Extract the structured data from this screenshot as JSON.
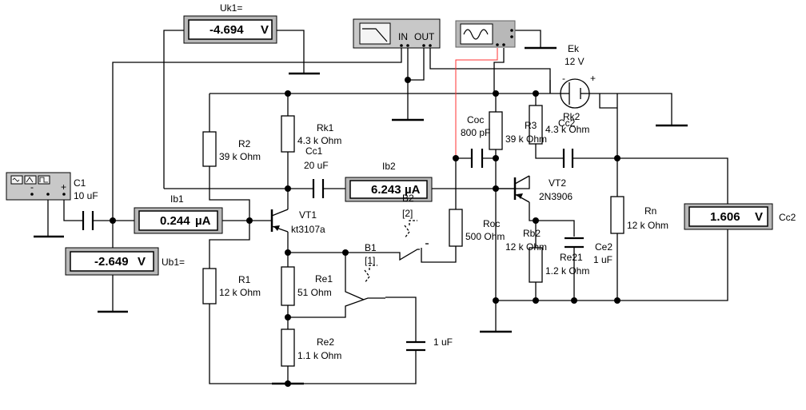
{
  "meters": {
    "uk1": {
      "name": "Uk1=",
      "value": "-4.694",
      "unit": "V"
    },
    "ub1": {
      "name": "Ub1=",
      "value": "-2.649",
      "unit": "V"
    },
    "ib1": {
      "name": "Ib1",
      "value": "0.244",
      "unit": "µA"
    },
    "ib2": {
      "name": "Ib2",
      "value": "6.243",
      "unit": "µA"
    },
    "cc2": {
      "name": "Cc2",
      "value": "1.606",
      "unit": "V"
    }
  },
  "instruments": {
    "bode": {
      "in_label": "IN",
      "out_label": "OUT"
    }
  },
  "components": {
    "c1": {
      "name": "C1",
      "value": "10 uF"
    },
    "r2": {
      "name": "R2",
      "value": "39 k Ohm"
    },
    "r1": {
      "name": "R1",
      "value": "12 k Ohm"
    },
    "rk1": {
      "name": "Rk1",
      "value": "4.3 k Ohm"
    },
    "cc1": {
      "name": "Cc1",
      "value": "20 uF"
    },
    "vt1": {
      "name": "VT1",
      "value": "kt3107a"
    },
    "re1": {
      "name": "Re1",
      "value": "51  Ohm"
    },
    "re2": {
      "name": "Re2",
      "value": "1.1 k Ohm"
    },
    "c_re": {
      "value": "1 uF"
    },
    "b1": {
      "name": "B1",
      "key": "[1]"
    },
    "b2": {
      "name": "B2",
      "key": "[2]"
    },
    "roc": {
      "name": "Roc",
      "value": "500  Ohm"
    },
    "coc": {
      "name": "Coc",
      "value": "800 pF"
    },
    "r3": {
      "name": "R3",
      "value": "39 k Ohm"
    },
    "rk2": {
      "name": "Rk2",
      "value": "4.3 k Ohm"
    },
    "cc2": {
      "name": "Cc2"
    },
    "vt2": {
      "name": "VT2",
      "value": "2N3906"
    },
    "r4": {
      "name": "Rb2",
      "value": "12 k Ohm"
    },
    "re21": {
      "name": "Re21",
      "value": "1.2 k Ohm"
    },
    "ce2": {
      "name": "Ce2",
      "value": "1 uF"
    },
    "rn": {
      "name": "Rn",
      "value": "12 k Ohm"
    },
    "ek": {
      "name": "Ek",
      "value": "12 V"
    }
  }
}
